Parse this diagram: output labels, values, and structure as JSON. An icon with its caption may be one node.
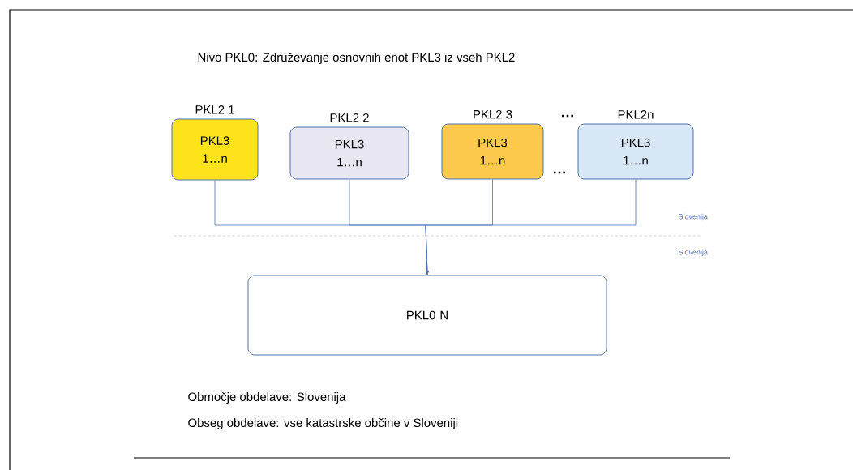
{
  "diagram": {
    "title": "Nivo PKL0: Združevanje osnovnih enot PKL3 iz vseh PKL2",
    "nodes": [
      {
        "text": [
          "PKL2 1",
          "PKL3 1…n"
        ]
      },
      {
        "text": [
          "PKL2 2",
          "PKL3 1…n"
        ]
      },
      {
        "text": [
          "PKL2 3",
          "PKL3 1…n"
        ]
      },
      {
        "text": [
          "PKL2n",
          "PKL3 1…n"
        ]
      },
      {
        "text": [
          "PKL0 N"
        ]
      }
    ],
    "edges": [
      {
        "from": 0,
        "to": 4,
        "arrow": "to"
      },
      {
        "from": 1,
        "to": 4,
        "arrow": "to"
      },
      {
        "from": 2,
        "to": 4,
        "arrow": "to"
      },
      {
        "from": 3,
        "to": 4,
        "arrow": "to"
      }
    ],
    "labels": [
      "…",
      "…",
      "Slovenija",
      "Slovenija",
      "Območje obdelave: Slovenija",
      "Obseg obdelave: vse katastrske občine v Sloveniji"
    ]
  }
}
